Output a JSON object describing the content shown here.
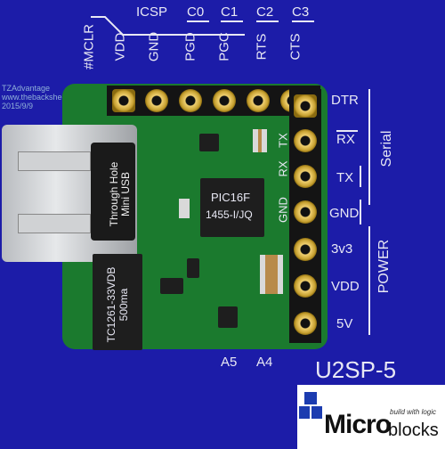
{
  "header_labels": {
    "icsp": "ICSP",
    "c0": "C0",
    "c1": "C1",
    "c2": "C2",
    "c3": "C3"
  },
  "pin_labels_top": [
    "#MCLR",
    "VDD",
    "GND",
    "PGD",
    "PGC",
    "RTS",
    "CTS"
  ],
  "pin_labels_right": [
    "DTR",
    "RX",
    "TX",
    "GND",
    "3v3",
    "VDD",
    "5V"
  ],
  "group_labels": {
    "serial": "Serial",
    "power": "POWER"
  },
  "board_labels": {
    "usb_line1": "Through Hole",
    "usb_line2": "Mini USB",
    "pic_line1": "PIC16F",
    "pic_line2": "1455-I/JQ",
    "reg_line1": "TC1261-33VDB",
    "reg_line2": "500ma",
    "silk_gnd": "GND",
    "silk_rx": "RX",
    "silk_tx": "TX",
    "a5": "A5",
    "a4": "A4"
  },
  "product_name": "U2SP-5",
  "watermark": [
    "TZAdvantage",
    "www.thebackshed.com",
    "2015/9/9"
  ],
  "logo": {
    "brand_micro": "Micro",
    "brand_blocks": "blocks",
    "tagline": "build with logic"
  },
  "colors": {
    "background": "#1c1ca8",
    "pcb": "#1b7a2e",
    "silkscreen": "#e8e8f4"
  }
}
